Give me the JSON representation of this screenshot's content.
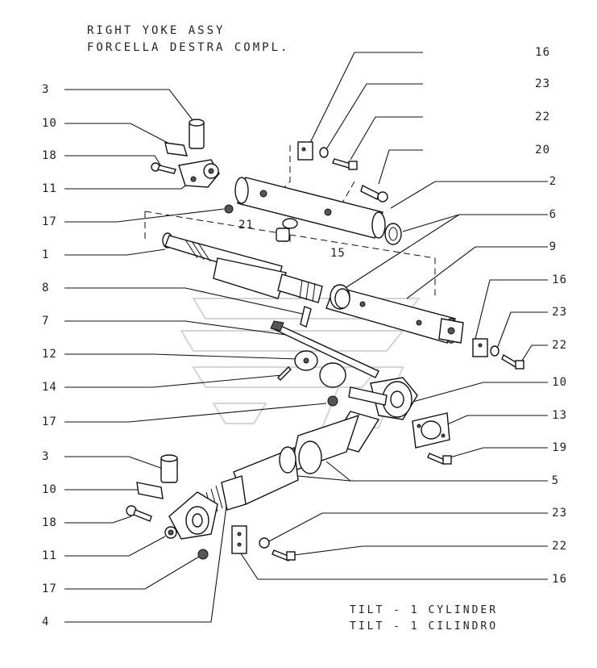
{
  "title": {
    "line1": "RIGHT YOKE ASSY",
    "line2": "FORCELLA DESTRA COMPL."
  },
  "footer": {
    "line1": "TILT - 1 CYLINDER",
    "line2": "TILT - 1 CILINDRO"
  },
  "callouts_left": [
    "3",
    "10",
    "18",
    "11",
    "17",
    "1",
    "8",
    "7",
    "12",
    "14",
    "17",
    "3",
    "10",
    "18",
    "11",
    "17",
    "4"
  ],
  "callouts_right": [
    "16",
    "23",
    "22",
    "20",
    "2",
    "6",
    "9",
    "16",
    "23",
    "22",
    "10",
    "13",
    "19",
    "5",
    "23",
    "22",
    "16"
  ],
  "callouts_inner": [
    "21",
    "15"
  ]
}
